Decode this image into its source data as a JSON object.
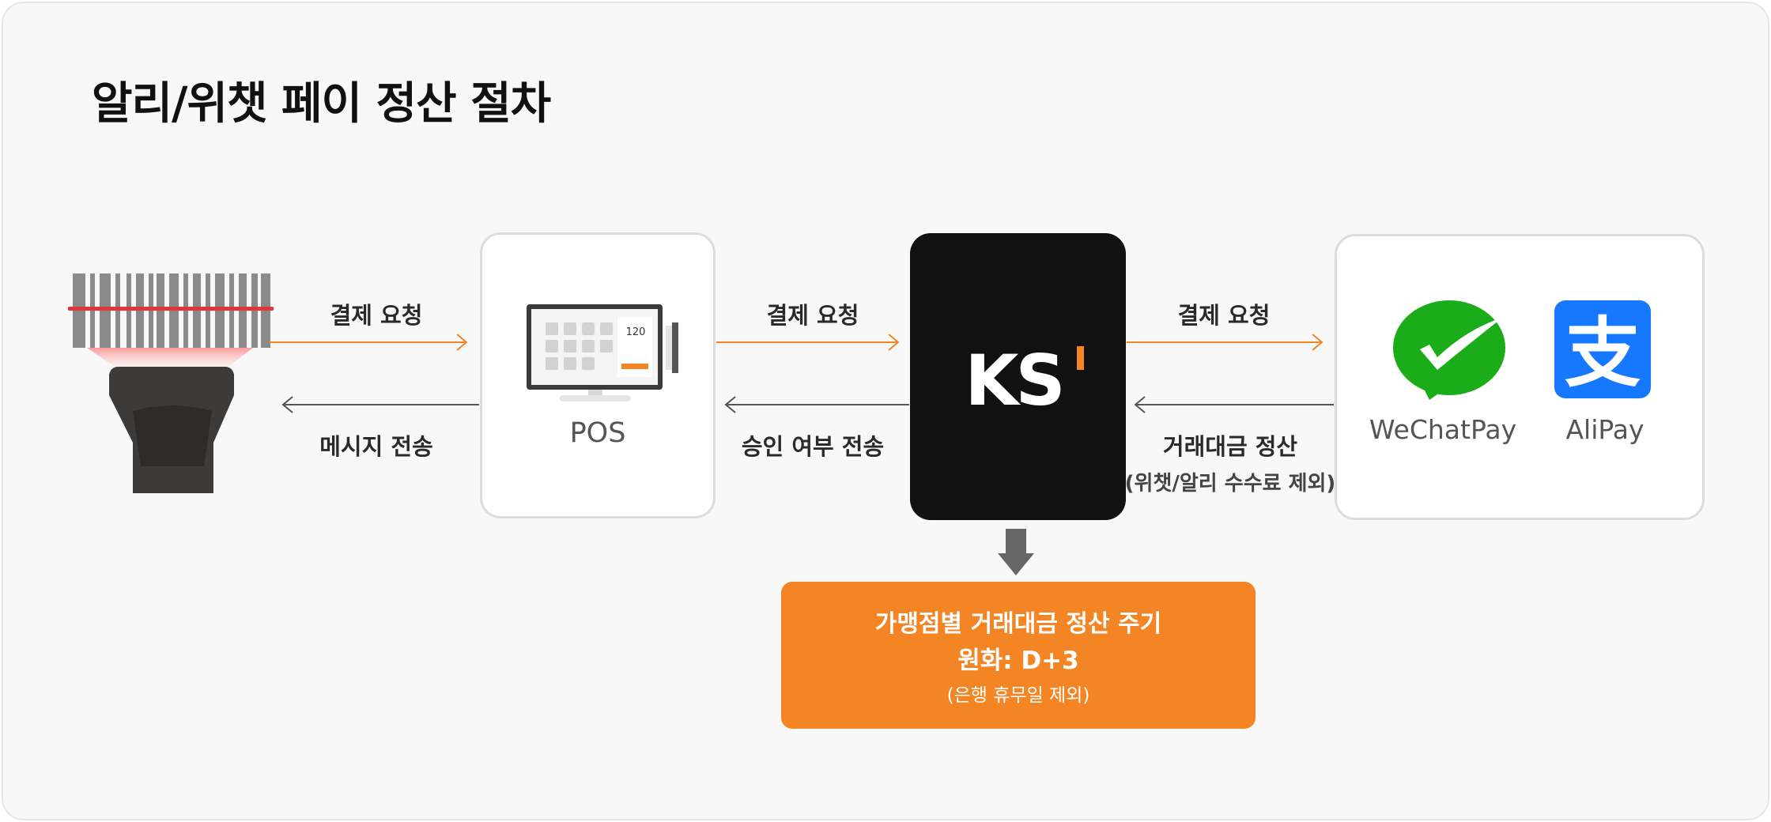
{
  "title": "알리/위챗 페이 정산 절차",
  "pos": {
    "label": "POS",
    "screen_value": "120"
  },
  "payments": {
    "wechat_label": "WeChatPay",
    "alipay_label": "AliPay"
  },
  "ks_logo": "KS",
  "arrows": {
    "scanner_to_pos": "결제 요청",
    "pos_to_scanner": "메시지 전송",
    "pos_to_ks": "결제 요청",
    "ks_to_pos": "승인 여부 전송",
    "ks_to_pay": "결제 요청",
    "pay_to_ks": "거래대금 정산",
    "pay_to_ks_note": "(위챗/알리 수수료 제외)"
  },
  "settlement": {
    "line1": "가맹점별 거래대금 정산 주기",
    "line2": "원화: D+3",
    "line3": "(은행 휴무일 제외)"
  },
  "colors": {
    "accent": "#f48524",
    "dark": "#111111",
    "wechat": "#1aad19",
    "alipay": "#1677ff"
  }
}
